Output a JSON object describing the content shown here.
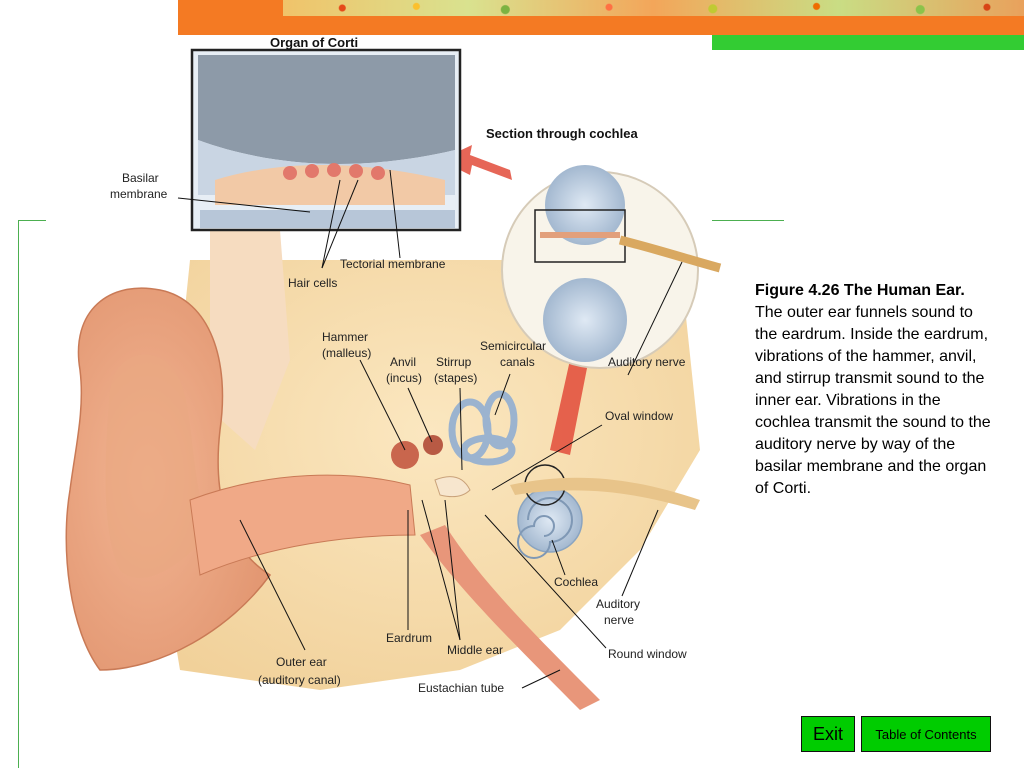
{
  "figure": {
    "title": "Figure 4.26 The Human Ear.",
    "body": "The outer ear funnels sound to the eardrum. Inside the eardrum, vibrations of the hammer, anvil, and stirrup transmit sound to the inner ear. Vibrations in the cochlea transmit the sound to the auditory nerve by way of the basilar membrane and the organ of Corti."
  },
  "labels": {
    "organ_of_corti": "Organ of Corti",
    "section_cochlea": "Section through cochlea",
    "basilar_1": "Basilar",
    "basilar_2": "membrane",
    "tectorial": "Tectorial membrane",
    "hair_cells": "Hair cells",
    "hammer_1": "Hammer",
    "hammer_2": "(malleus)",
    "anvil_1": "Anvil",
    "anvil_2": "(incus)",
    "stirrup_1": "Stirrup",
    "stirrup_2": "(stapes)",
    "semicircular_1": "Semicircular",
    "semicircular_2": "canals",
    "auditory_nerve_top": "Auditory nerve",
    "oval_window": "Oval window",
    "cochlea": "Cochlea",
    "auditory_nerve_1": "Auditory",
    "auditory_nerve_2": "nerve",
    "eardrum": "Eardrum",
    "middle_ear": "Middle ear",
    "round_window": "Round window",
    "outer_ear_1": "Outer ear",
    "outer_ear_2": "(auditory canal)",
    "eustachian": "Eustachian tube"
  },
  "buttons": {
    "exit": "Exit",
    "toc": "Table of Contents"
  },
  "colors": {
    "banner_orange": "#f47a23",
    "banner_green": "#33cc33",
    "button_green": "#00cc00"
  }
}
